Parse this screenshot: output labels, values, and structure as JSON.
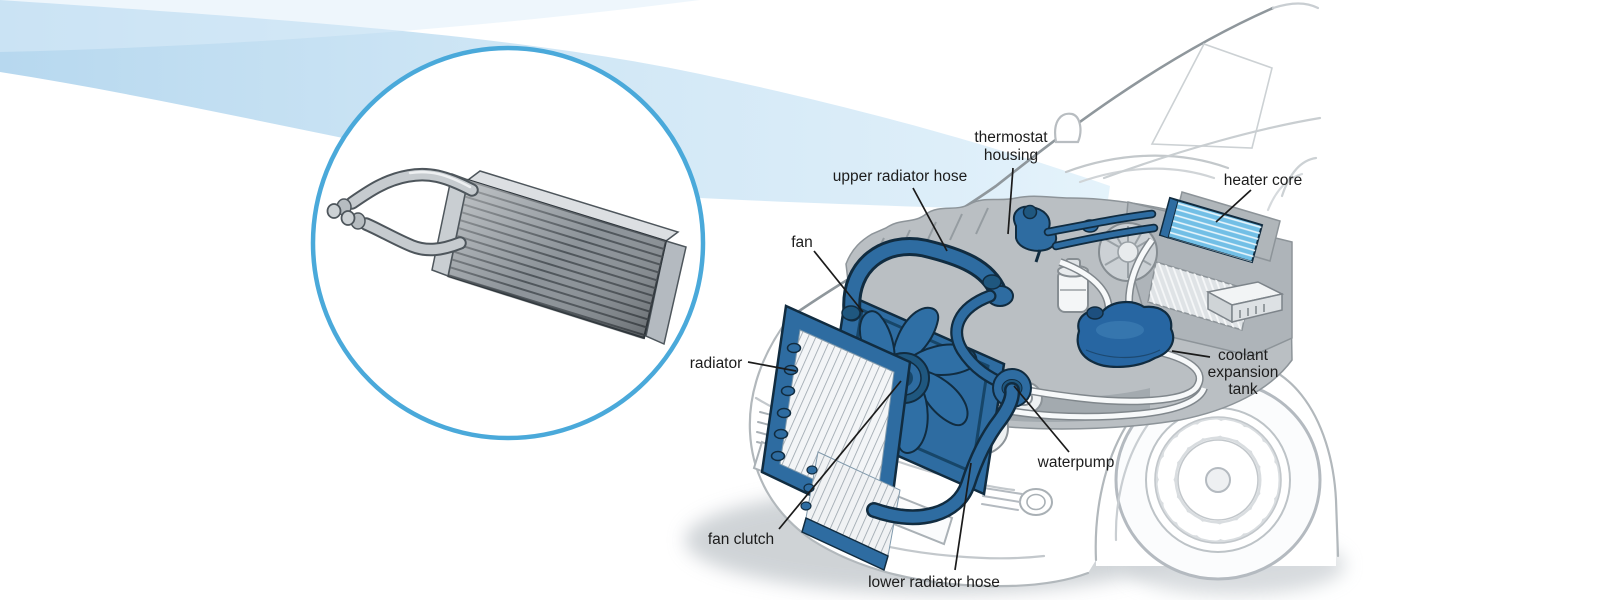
{
  "callouts": {
    "thermostat_housing": {
      "line1": "thermostat",
      "line2": "housing"
    },
    "upper_radiator_hose": {
      "label": "upper radiator hose"
    },
    "heater_core": {
      "label": "heater core"
    },
    "fan": {
      "label": "fan"
    },
    "radiator": {
      "label": "radiator"
    },
    "coolant_expansion_tank": {
      "line1": "coolant",
      "line2": "expansion",
      "line3": "tank"
    },
    "waterpump": {
      "label": "waterpump"
    },
    "fan_clutch": {
      "label": "fan clutch"
    },
    "lower_radiator_hose": {
      "label": "lower radiator hose"
    }
  },
  "colors": {
    "component_blue": "#2e6ca1",
    "component_blue_dark": "#112c40",
    "component_blue_deep": "#1f577f",
    "heater_core_blue": "#72bfe6",
    "beam_blue": "#c6e0f2",
    "magnifier_ring_blue": "#4aa9da",
    "engine_gray": "#babfc3",
    "car_line_gray": "#b2b8bc",
    "shadow_gray": "#c7ccd0",
    "label_text": "#1c1c1c"
  }
}
